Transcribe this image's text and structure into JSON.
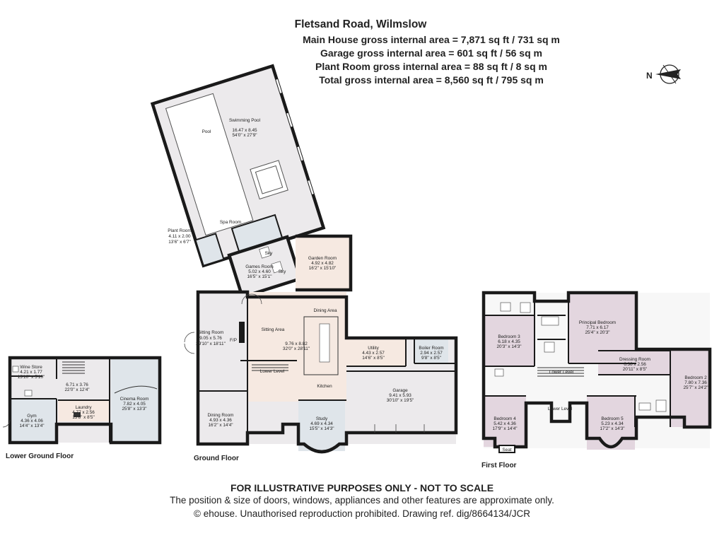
{
  "header": {
    "title": "Fletsand Road, Wilmslow",
    "areas": [
      "Main House gross internal area = 7,871 sq ft / 731 sq m",
      "Garage gross internal area = 601 sq ft / 56 sq m",
      "Plant Room gross internal area = 88 sq ft / 8 sq m",
      "Total gross internal area = 8,560 sq ft / 795 sq m"
    ]
  },
  "compass": {
    "label": "N",
    "icon": "north-arrow-icon"
  },
  "floors": {
    "lower_ground": {
      "label": "Lower Ground Floor",
      "rooms": {
        "wine_store": {
          "name": "Wine Store",
          "dims": "4.21 x 1.77",
          "imperial": "13'10\" x 5'10\""
        },
        "hall": {
          "name": "",
          "dims": "6.71 x 3.76",
          "imperial": "22'0\" x 12'4\""
        },
        "gym": {
          "name": "Gym",
          "dims": "4.36 x 4.06",
          "imperial": "14'4\" x 13'4\""
        },
        "laundry": {
          "name": "Laundry",
          "dims": "4.77 x 2.56",
          "imperial": "15'8\" x 8'5\""
        },
        "cinema": {
          "name": "Cinema Room",
          "dims": "7.82 x 4.05",
          "imperial": "25'8\" x 13'3\""
        }
      }
    },
    "ground": {
      "label": "Ground Floor",
      "rooms": {
        "pool": {
          "name": "Pool"
        },
        "swimming_pool": {
          "name": "Swimming Pool",
          "dims": "16.47 x 8.45",
          "imperial": "54'0\" x 27'9\""
        },
        "spa": {
          "name": "Spa Room"
        },
        "plant": {
          "name": "Plant Room",
          "dims": "4.11 x 2.00",
          "imperial": "13'6\" x 6'7\""
        },
        "sky1": {
          "name": "Sky"
        },
        "sky2": {
          "name": "Sky"
        },
        "games": {
          "name": "Games Room",
          "dims": "5.02 x 4.60",
          "imperial": "16'5\" x 15'1\""
        },
        "garden": {
          "name": "Garden Room",
          "dims": "4.92 x 4.82",
          "imperial": "16'2\" x 15'10\""
        },
        "dining_area": {
          "name": "Dining Area"
        },
        "sitting_area": {
          "name": "Sitting Area"
        },
        "kitchen_main": {
          "name": "",
          "dims": "9.76 x 8.82",
          "imperial": "32'0\" x 28'11\""
        },
        "kitchen": {
          "name": "Kitchen"
        },
        "sitting_room": {
          "name": "Sitting Room",
          "dims": "9.05 x 5.76",
          "imperial": "29'10\" x 18'11\""
        },
        "fp": {
          "name": "F/P"
        },
        "lower_level": {
          "name": "Lower Level"
        },
        "dining_room": {
          "name": "Dining Room",
          "dims": "4.93 x 4.36",
          "imperial": "16'2\" x 14'4\""
        },
        "study": {
          "name": "Study",
          "dims": "4.69 x 4.34",
          "imperial": "15'5\" x 14'3\""
        },
        "utility": {
          "name": "Utility",
          "dims": "4.43 x 2.57",
          "imperial": "14'6\" x 8'5\""
        },
        "boiler": {
          "name": "Boiler Room",
          "dims": "2.94 x 2.57",
          "imperial": "9'8\" x 8'5\""
        },
        "garage": {
          "name": "Garage",
          "dims": "9.41 x 5.93",
          "imperial": "30'10\" x 19'5\""
        }
      }
    },
    "first": {
      "label": "First Floor",
      "rooms": {
        "bedroom3": {
          "name": "Bedroom 3",
          "dims": "6.18 x 4.35",
          "imperial": "20'3\" x 14'3\""
        },
        "principal": {
          "name": "Principal Bedroom",
          "dims": "7.71 x 6.17",
          "imperial": "25'4\" x 20'3\""
        },
        "dressing": {
          "name": "Dressing Room",
          "dims": "6.38 x 2.56",
          "imperial": "20'11\" x 8'5\""
        },
        "bedroom2": {
          "name": "Bedroom 2",
          "dims": "7.80 x 7.36",
          "imperial": "25'7\" x 24'2\""
        },
        "lower_level": {
          "name": "Lower Level"
        },
        "lower_level2": {
          "name": "Lower Level"
        },
        "bedroom4": {
          "name": "Bedroom 4",
          "dims": "5.42 x 4.36",
          "imperial": "17'9\" x 14'4\""
        },
        "seat": {
          "name": "Seat"
        },
        "bedroom5": {
          "name": "Bedroom 5",
          "dims": "5.23 x 4.34",
          "imperial": "17'2\" x 14'3\""
        }
      }
    }
  },
  "footer": {
    "disclaimer": "FOR ILLUSTRATIVE PURPOSES ONLY - NOT TO SCALE",
    "note": "The position & size of doors, windows, appliances and other features are approximate only.",
    "copyright": "© ehouse. Unauthorised reproduction prohibited. Drawing ref. dig/8664134/JCR"
  },
  "colors": {
    "grey_room": "#eceaec",
    "pink_room": "#e3d6df",
    "blue_room": "#dfe5ea",
    "peach_room": "#f6e9e1",
    "wall": "#1a1a1a"
  }
}
